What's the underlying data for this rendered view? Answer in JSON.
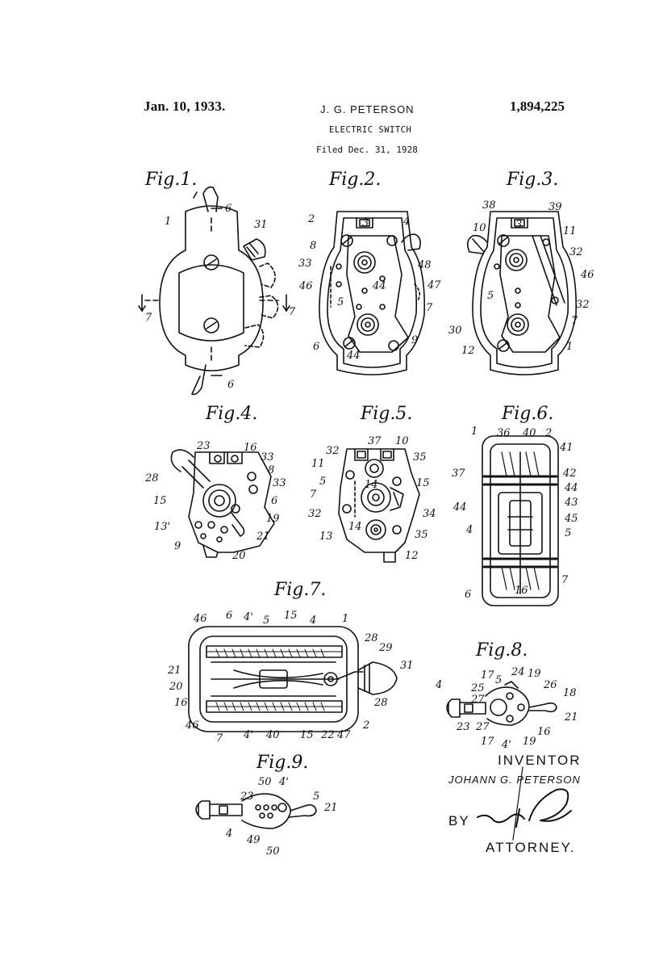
{
  "header": {
    "date": "Jan. 10, 1933.",
    "inventor": "J. G. PETERSON",
    "title": "ELECTRIC SWITCH",
    "filed": "Filed Dec. 31, 1928",
    "patent_number": "1,894,225"
  },
  "figures": [
    {
      "label": "Fig.1."
    },
    {
      "label": "Fig.2."
    },
    {
      "label": "Fig.3."
    },
    {
      "label": "Fig.4."
    },
    {
      "label": "Fig.5."
    },
    {
      "label": "Fig.6."
    },
    {
      "label": "Fig.7."
    },
    {
      "label": "Fig.8."
    },
    {
      "label": "Fig.9."
    }
  ],
  "refs": {
    "fig1": [
      "6",
      "1",
      "31",
      "7",
      "7",
      "6"
    ],
    "fig2": [
      "2",
      "3",
      "4",
      "8",
      "33",
      "46",
      "5",
      "48",
      "47",
      "7",
      "6",
      "44",
      "44",
      "9"
    ],
    "fig3": [
      "38",
      "3",
      "39",
      "10",
      "11",
      "32",
      "46",
      "5",
      "32",
      "7",
      "30",
      "12",
      "1"
    ],
    "fig4": [
      "23",
      "16",
      "33",
      "8",
      "33",
      "28",
      "15",
      "6",
      "13'",
      "19",
      "21",
      "9",
      "20"
    ],
    "fig5": [
      "37",
      "10",
      "32",
      "11",
      "35",
      "5",
      "15",
      "7",
      "32",
      "34",
      "13",
      "14",
      "14",
      "35",
      "12"
    ],
    "fig6": [
      "1",
      "36",
      "40",
      "2",
      "41",
      "37",
      "42",
      "44",
      "44",
      "43",
      "4",
      "45",
      "5",
      "7",
      "16",
      "6"
    ],
    "fig7": [
      "4'",
      "46",
      "6",
      "5",
      "15",
      "4",
      "1",
      "28",
      "29",
      "31",
      "21",
      "20",
      "16",
      "28",
      "46",
      "7",
      "4'",
      "40",
      "15",
      "22",
      "47",
      "2"
    ],
    "fig8": [
      "17",
      "5",
      "24",
      "19",
      "25",
      "26",
      "4",
      "27",
      "18",
      "21",
      "23",
      "27",
      "16",
      "17",
      "4'",
      "19"
    ],
    "fig9": [
      "50",
      "4'",
      "23",
      "5",
      "21",
      "4",
      "49",
      "50"
    ]
  },
  "signature": {
    "inventor_label": "INVENTOR",
    "inventor_name": "JOHANN G. PETERSON",
    "by": "BY",
    "attorney_label": "ATTORNEY."
  }
}
